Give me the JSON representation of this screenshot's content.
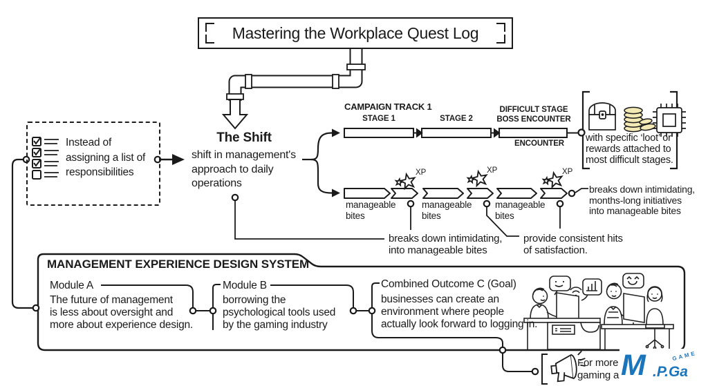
{
  "title": "Mastering the Workplace Quest Log",
  "intro": {
    "text": "Instead of\nassigning a list of\nresponsibilities"
  },
  "shift": {
    "heading": "The Shift",
    "body": "shift in management's\napproach to daily\noperations"
  },
  "track1": {
    "label": "CAMPAIGN TRACK 1",
    "stage1": "STAGE 1",
    "stage2": "STAGE 2",
    "boss_top": "DIFFICULT STAGE\nBOSS ENCOUNTER",
    "boss_bottom": "ENCOUNTER"
  },
  "loot": {
    "text": "with specific ‘loot’ or\nrewards attached to\nmost difficult stages."
  },
  "track2": {
    "xp_label": "XP",
    "bite1": "manageable bites",
    "bite2": "manageable bites",
    "bite3": "manageable bites",
    "note_right": "breaks down intimidating,\nmonths-long initiatives\ninto manageable bites",
    "note_left": "breaks down intimidating,\ninto manageable bites",
    "note_mid": "provide consistent hits\nof satisfaction."
  },
  "system": {
    "heading": "MANAGEMENT EXPERIENCE DESIGN SYSTEM",
    "module_a": {
      "label": "Module A",
      "body": "The future of management\nis less about oversight and\nmore about experience design."
    },
    "module_b": {
      "label": "Module B",
      "body": "borrowing the\npsychological tools used\nby the gaming industry"
    },
    "outcome_c": {
      "label": "Combined Outcome C (Goal)",
      "body": "businesses can create an\nenvironment where people\nactually look forward to logging in."
    }
  },
  "footer": {
    "note": "For more insig\ngaming and g",
    "logo_m": "M",
    "logo_rest": ".P.Ga",
    "logo_arc": "GAME"
  },
  "colors": {
    "ink": "#1a1a1a",
    "coin": "#f3e9b5",
    "logo_blue": "#1b75bc"
  }
}
